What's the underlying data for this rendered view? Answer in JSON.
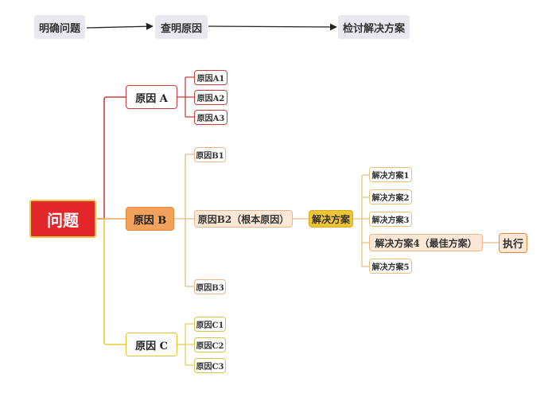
{
  "flow": {
    "step1": "明确问题",
    "step2": "查明原因",
    "step3": "检讨解决方案"
  },
  "mindmap": {
    "root": "问题",
    "cause_a": {
      "label": "原因 A",
      "items": [
        "原因A1",
        "原因A2",
        "原因A3"
      ]
    },
    "cause_b": {
      "label": "原因 B",
      "items": [
        "原因B1",
        "原因B2（根本原因）",
        "原因B3"
      ]
    },
    "cause_c": {
      "label": "原因 C",
      "items": [
        "原因C1",
        "原因C2",
        "原因C3"
      ]
    },
    "solution": {
      "label": "解决方案",
      "items": [
        "解决方案1",
        "解决方案2",
        "解决方案3",
        "解决方案4（最佳方案）",
        "解决方案5"
      ]
    },
    "execute": "执行"
  },
  "colors": {
    "root": "#e3262a",
    "branch_a": "#c9403b",
    "branch_b": "#e8a66a",
    "branch_c": "#e6cc3a",
    "solution": "#edc436",
    "arrow": "#222222"
  }
}
